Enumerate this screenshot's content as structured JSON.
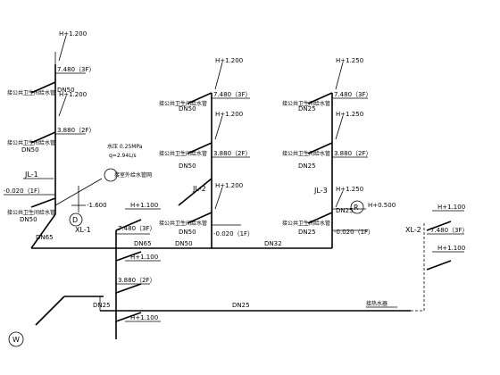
{
  "elev": {
    "h1200": "H+1.200",
    "h1250": "H+1.250",
    "h1100": "H+1.100",
    "h500": "H+0.500",
    "e3f": "7.480（3F）",
    "e2f": "3.880（2F）",
    "e1f": "-0.020（1F）",
    "e1600": "-1.600"
  },
  "dn": {
    "dn50": "DN50",
    "dn25": "DN25",
    "dn65": "DN65",
    "dn32": "DN32"
  },
  "risers": {
    "jl1": "JL-1",
    "jl2": "JL-2",
    "jl3": "JL-3",
    "xl1": "XL-1",
    "xl2": "XL-2"
  },
  "notes": {
    "fixture": "接公共卫生间给水管",
    "pressure": "水压 0.25MPa",
    "flow": "q=2.94L/s",
    "supply": "接室外给水管网",
    "pipe_end": "接热水器"
  },
  "symbols": {
    "d": "D",
    "r": "R",
    "w": "W"
  }
}
